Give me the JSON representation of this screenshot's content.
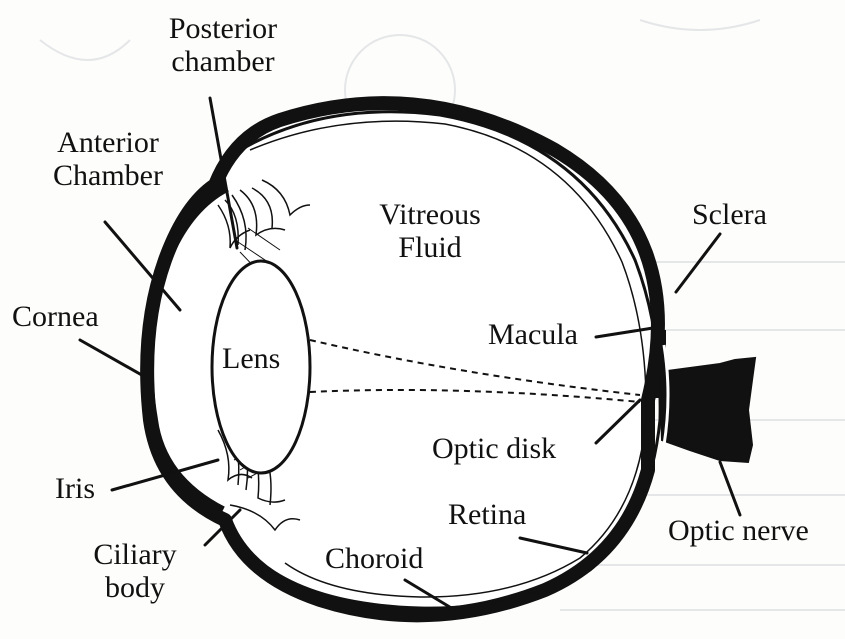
{
  "labels": {
    "posterior_chamber": "Posterior\nchamber",
    "anterior_chamber": "Anterior\nChamber",
    "cornea": "Cornea",
    "lens": "Lens",
    "iris": "Iris",
    "ciliary_body": "Ciliary\nbody",
    "vitreous_fluid": "Vitreous\nFluid",
    "macula": "Macula",
    "optic_disk": "Optic disk",
    "retina": "Retina",
    "choroid": "Choroid",
    "sclera": "Sclera",
    "optic_nerve": "Optic nerve"
  },
  "colors": {
    "ink": "#111111",
    "paper": "#fdfdfb",
    "bleed_through": "#e4e6e8"
  }
}
